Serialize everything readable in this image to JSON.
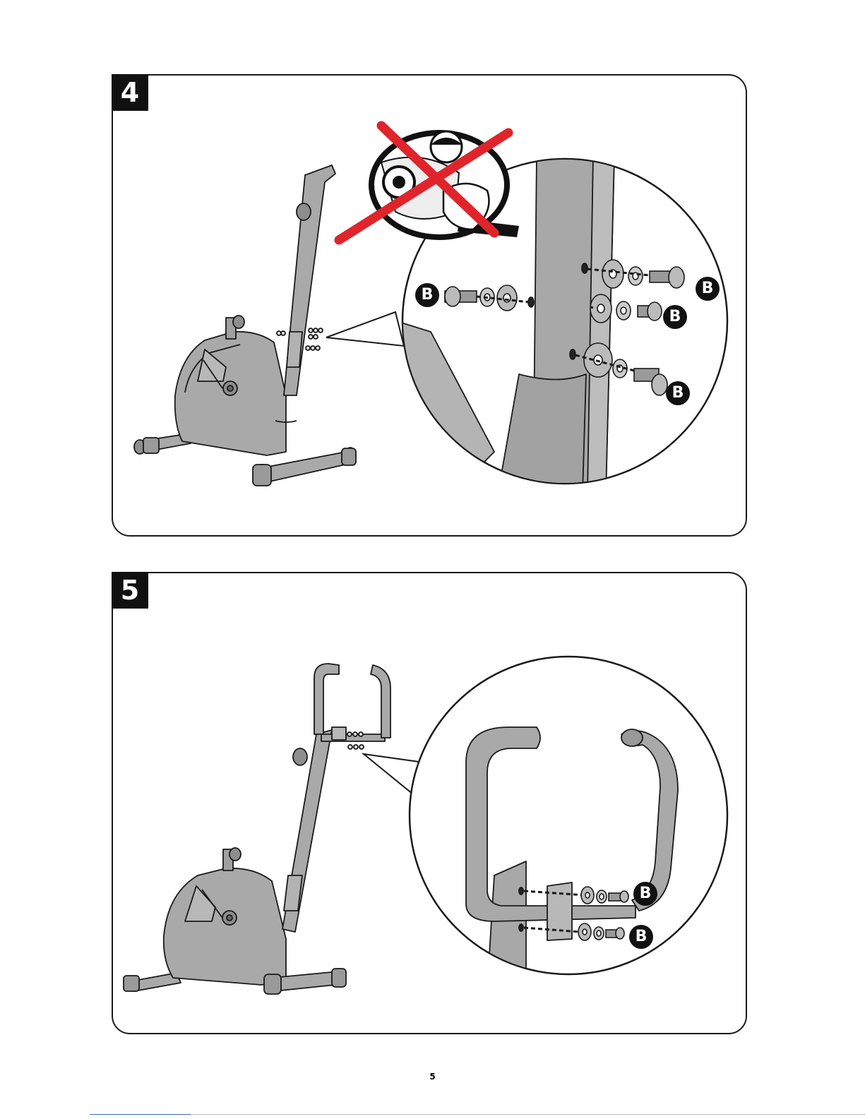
{
  "steps": [
    {
      "number": "4",
      "callout_labels": [
        "B",
        "B",
        "B",
        "B"
      ]
    },
    {
      "number": "5",
      "callout_labels": [
        "B",
        "B"
      ]
    }
  ],
  "page_number": "5",
  "colors": {
    "frame_fill": "#a8a8a8",
    "frame_stroke": "#1a1a1a",
    "prohibition_red": "#e0242b"
  }
}
